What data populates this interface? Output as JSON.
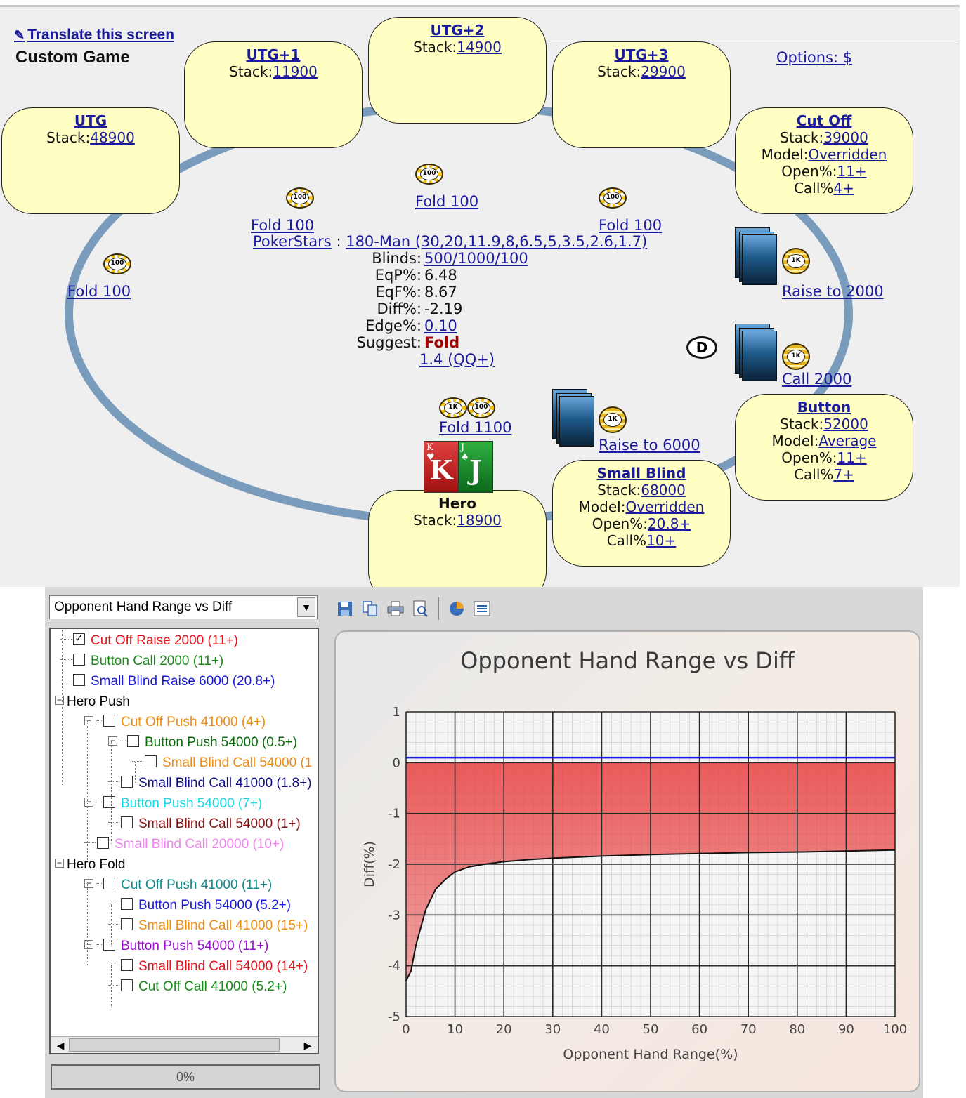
{
  "header": {
    "translate_link": "Translate this screen",
    "game_title": "Custom Game",
    "options_link": "Options: $"
  },
  "seats": {
    "utg": {
      "name": "UTG",
      "stack_label": "Stack:",
      "stack": "48900"
    },
    "utg1": {
      "name": "UTG+1",
      "stack_label": "Stack:",
      "stack": "11900"
    },
    "utg2": {
      "name": "UTG+2",
      "stack_label": "Stack:",
      "stack": "14900"
    },
    "utg3": {
      "name": "UTG+3",
      "stack_label": "Stack:",
      "stack": "29900"
    },
    "cutoff": {
      "name": "Cut Off",
      "stack_label": "Stack:",
      "stack": "39000",
      "model_label": "Model:",
      "model": "Overridden",
      "open_label": "Open%:",
      "open": "11+",
      "call_label": "Call%",
      "call": "4+"
    },
    "button": {
      "name": "Button",
      "stack_label": "Stack:",
      "stack": "52000",
      "model_label": "Model:",
      "model": "Average",
      "open_label": "Open%:",
      "open": "11+",
      "call_label": "Call%",
      "call": "7+"
    },
    "smallblind": {
      "name": "Small Blind",
      "stack_label": "Stack:",
      "stack": "68000",
      "model_label": "Model:",
      "model": "Overridden",
      "open_label": "Open%:",
      "open": "20.8+",
      "call_label": "Call%",
      "call": "10+"
    },
    "hero": {
      "name": "Hero",
      "stack_label": "Stack:",
      "stack": "18900"
    }
  },
  "actions": {
    "utg": "Fold 100",
    "utg1": "Fold 100",
    "utg2": "Fold 100",
    "utg3": "Fold 100",
    "cutoff": "Raise to 2000",
    "button": "Call 2000",
    "smallblind": "Raise to 6000",
    "hero": "Fold 1100"
  },
  "chips": {
    "c100": "100",
    "c1k": "1K"
  },
  "dealer_label": "D",
  "info": {
    "site": "PokerStars",
    "site_sep": ":",
    "structure": "180-Man (30,20,11.9,8,6.5,5,3.5,2.6,1.7)",
    "blinds_label": "Blinds:",
    "blinds": "500/1000/100",
    "eqp_label": "EqP%:",
    "eqp": "6.48",
    "eqf_label": "EqF%:",
    "eqf": "8.67",
    "diff_label": "Diff%:",
    "diff": "-2.19",
    "edge_label": "Edge%:",
    "edge": "0.10",
    "suggest_label": "Suggest:",
    "suggest": "Fold",
    "suggest_range": "1.4 (QQ+)"
  },
  "hero_cards": {
    "card1_rank": "K",
    "card1_suit": "♥",
    "card2_rank": "J",
    "card2_suit": "♠"
  },
  "range_select": {
    "value": "Opponent Hand Range vs Diff"
  },
  "tree": [
    {
      "label": "Cut Off Raise 2000 (11+)",
      "color": "#e8141c",
      "checked": true
    },
    {
      "label": "Button Call 2000 (11+)",
      "color": "#1a8a1a",
      "checked": false
    },
    {
      "label": "Small Blind Raise 6000 (20.8+)",
      "color": "#1a1ae0",
      "checked": false
    },
    {
      "label": "Hero Push",
      "color": "#000000",
      "group": true
    },
    {
      "label": "Cut Off Push 41000 (4+)",
      "color": "#f08c10",
      "checked": false
    },
    {
      "label": "Button Push 54000 (0.5+)",
      "color": "#0a6a0a",
      "checked": false
    },
    {
      "label": "Small Blind Call 54000 (1",
      "color": "#f08c10",
      "checked": false
    },
    {
      "label": "Small Blind Call 41000 (1.8+)",
      "color": "#10108a",
      "checked": false
    },
    {
      "label": "Button Push 54000 (7+)",
      "color": "#10d8e8",
      "checked": false
    },
    {
      "label": "Small Blind Call 54000 (1+)",
      "color": "#8a1010",
      "checked": false
    },
    {
      "label": "Small Blind Call 20000 (10+)",
      "color": "#ee82ee",
      "checked": false
    },
    {
      "label": "Hero Fold",
      "color": "#000000",
      "group": true
    },
    {
      "label": "Cut Off Push 41000 (11+)",
      "color": "#108a8a",
      "checked": false
    },
    {
      "label": "Button Push 54000 (5.2+)",
      "color": "#1a1ae0",
      "checked": false
    },
    {
      "label": "Small Blind Call 41000 (15+)",
      "color": "#f08c10",
      "checked": false
    },
    {
      "label": "Button Push 54000 (11+)",
      "color": "#9a10d0",
      "checked": false
    },
    {
      "label": "Small Blind Call 54000 (14+)",
      "color": "#e8141c",
      "checked": false
    },
    {
      "label": "Cut Off Call 41000 (5.2+)",
      "color": "#1a8a1a",
      "checked": false
    }
  ],
  "progress": {
    "label": "0%",
    "value": 0
  },
  "toolbar": [
    "save-icon",
    "copy-icon",
    "print-icon",
    "print-preview-icon",
    "pie-chart-icon",
    "list-icon"
  ],
  "chart_data": {
    "type": "area",
    "title": "Opponent Hand Range vs Diff",
    "xlabel": "Opponent Hand Range(%)",
    "ylabel": "Diff(%)",
    "xlim": [
      0,
      100
    ],
    "ylim": [
      -5,
      1
    ],
    "xticks": [
      0,
      10,
      20,
      30,
      40,
      50,
      60,
      70,
      80,
      90,
      100
    ],
    "yticks": [
      1,
      0,
      -1,
      -2,
      -3,
      -4,
      -5
    ],
    "grid": true,
    "reference_line": {
      "y": 0.1,
      "color": "#1a1ae0"
    },
    "fill_color": "#e84040",
    "series": [
      {
        "x": [
          0,
          1,
          2,
          4,
          6,
          8,
          10,
          13,
          16,
          20,
          25,
          30,
          40,
          50,
          60,
          70,
          80,
          90,
          100
        ],
        "values": [
          -4.3,
          -4.1,
          -3.6,
          -2.9,
          -2.5,
          -2.3,
          -2.15,
          -2.05,
          -2.0,
          -1.95,
          -1.91,
          -1.88,
          -1.84,
          -1.81,
          -1.79,
          -1.77,
          -1.76,
          -1.74,
          -1.72
        ]
      }
    ]
  }
}
